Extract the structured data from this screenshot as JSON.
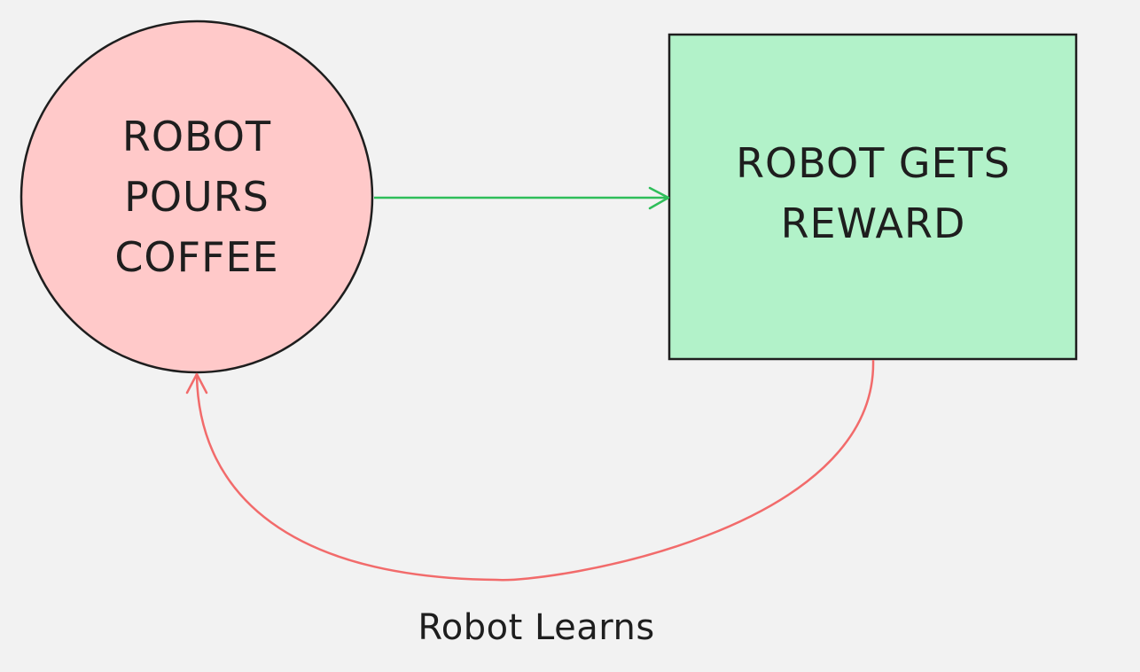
{
  "nodes": {
    "pour_coffee": {
      "label": "ROBOT\nPOURS\nCOFFEE",
      "shape": "circle",
      "fill": "#ffc9c9",
      "stroke": "#1e1e1e"
    },
    "gets_reward": {
      "label": "ROBOT GETS\nREWARD",
      "shape": "rectangle",
      "fill": "#b2f2c9",
      "stroke": "#1e1e1e"
    }
  },
  "edges": {
    "to_reward": {
      "from": "pour_coffee",
      "to": "gets_reward",
      "color": "#2fbe5a"
    },
    "learn_loop": {
      "from": "gets_reward",
      "to": "pour_coffee",
      "color": "#f26b6b",
      "label": "Robot Learns"
    }
  },
  "background": "#f2f2f2"
}
